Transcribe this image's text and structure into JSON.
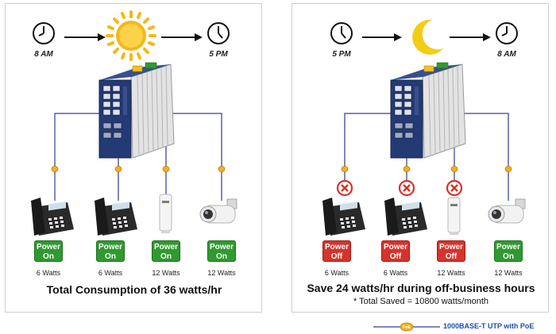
{
  "day": {
    "start_time": "8 AM",
    "end_time": "5 PM",
    "devices": [
      {
        "power_line1": "Power",
        "power_line2": "On",
        "state": "on",
        "watts": "6 Watts"
      },
      {
        "power_line1": "Power",
        "power_line2": "On",
        "state": "on",
        "watts": "6 Watts"
      },
      {
        "power_line1": "Power",
        "power_line2": "On",
        "state": "on",
        "watts": "12 Watts"
      },
      {
        "power_line1": "Power",
        "power_line2": "On",
        "state": "on",
        "watts": "12 Watts"
      }
    ],
    "caption": "Total Consumption of 36 watts/hr"
  },
  "night": {
    "start_time": "5 PM",
    "end_time": "8 AM",
    "devices": [
      {
        "power_line1": "Power",
        "power_line2": "Off",
        "state": "off",
        "watts": "6 Watts"
      },
      {
        "power_line1": "Power",
        "power_line2": "Off",
        "state": "off",
        "watts": "6 Watts"
      },
      {
        "power_line1": "Power",
        "power_line2": "Off",
        "state": "off",
        "watts": "12 Watts"
      },
      {
        "power_line1": "Power",
        "power_line2": "On",
        "state": "on",
        "watts": "12 Watts"
      }
    ],
    "caption": "Save 24 watts/hr during off-business hours",
    "subcaption": "* Total Saved = 10800 watts/month"
  },
  "legend": {
    "node_label": "PoE",
    "label": "1000BASE-T UTP with PoE"
  },
  "colors": {
    "poe_line": "#5b5fa6",
    "poe_node": "#f2b01e",
    "power_on": "#2f9a2f",
    "power_off": "#d6332b",
    "switch_blue": "#233a74",
    "sun": "#f7b718",
    "moon": "#f5cc14"
  }
}
